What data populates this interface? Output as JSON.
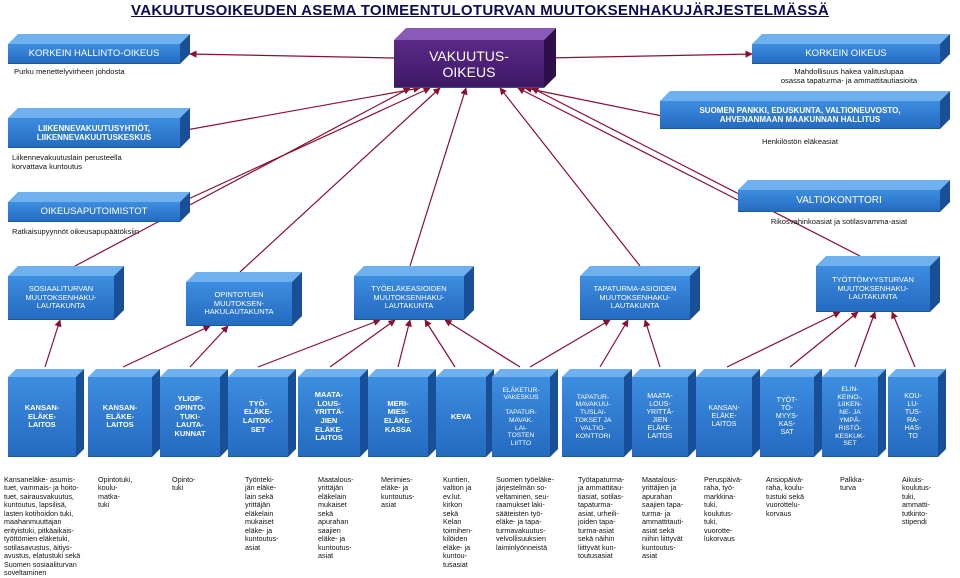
{
  "title": "VAKUUTUSOIKEUDEN ASEMA TOIMEENTULOTURVAN MUUTOKSENHAKUJÄRJESTELMÄSSÄ",
  "center": {
    "label": "VAKUUTUS-\nOIKEUS"
  },
  "top": {
    "hallinto": {
      "label": "KORKEIN HALLINTO-OIKEUS",
      "sub": "Purku menettelyvirheen johdosta"
    },
    "korkein": {
      "label": "KORKEIN OIKEUS",
      "sub": "Mahdollisuus hakea valituslupaa\nosassa tapaturma- ja ammattitautiasioita"
    }
  },
  "row2": {
    "liikenne": {
      "label": "LIIKENNEVAKUUTUSYHTIÖT,\nLIIKENNEVAKUUTUSKESKUS",
      "sub": "Liikennevakuutuslain perusteella\nkorvattava kuntoutus"
    },
    "pankki": {
      "label": "SUOMEN PANKKI, EDUSKUNTA, VALTIONEUVOSTO,\nAHVENANMAAN MAAKUNNAN HALLITUS",
      "sub": "Henkilöstön eläkeasiat"
    }
  },
  "row3": {
    "oikeusapu": {
      "label": "OIKEUSAPUTOIMISTOT",
      "sub": "Ratkaisupyynnöt oikeusapupäätöksiin"
    },
    "valtio": {
      "label": "VALTIOKONTTORI",
      "sub": "Rikosvahinkoasiat ja sotilasvamma-asiat"
    }
  },
  "boards": [
    "SOSIAALITURVAN\nMUUTOKSENHAKU-\nLAUTAKUNTA",
    "OPINTOTUEN\nMUUTOKSEN-\nHAKULAUTAKUNTA",
    "TYÖELÄKEASIOIDEN\nMUUTOKSENHAKU-\nLAUTAKUNTA",
    "TAPATURMA-ASIOIDEN\nMUUTOKSENHAKU-\nLAUTAKUNTA",
    "TYÖTTÖMYYSTURVAN\nMUUTOKSENHAKU-\nLAUTAKUNTA"
  ],
  "bottom": [
    {
      "label": "KANSAN-\nELÄKE-\nLAITOS",
      "desc": "Kansaneläke- asumis-\ntuet, vammais- ja hoito-\ntuet, sairausvakuutus,\nkuntoutus, lapsilisä,\nlasten kotihoidon tuki,\nmaahanmuuttajan\nerityistuki, pitkäaikais-\ntyöttömien eläketuki,\nsotilasavustus, äitiys-\navustus, elatustuki sekä\nSuomen sosiaaliturvan\nsoveltaminen"
    },
    {
      "label": "KANSAN-\nELÄKE-\nLAITOS",
      "desc": "Opintotuki,\nkoulu-\nmatka-\ntuki"
    },
    {
      "label": "YLIOP:\nOPINTO-\nTUKI-\nLAUTA-\nKUNNAT",
      "desc": "Opinto-\ntuki"
    },
    {
      "label": "TYÖ-\nELÄKE-\nLAITOK-\nSET",
      "desc": "Työnteki-\njän eläke-\nlain sekä\nyrittäjän\neläkelain\nmukaiset\neläke- ja\nkuntoutus-\nasiat"
    },
    {
      "label": "MAATA-\nLOUS-\nYRITTÄ-\nJIEN\nELÄKE-\nLAITOS",
      "desc": "Maatalous-\nyrittäjän\neläkelain\nmukaiset\nsekä\napurahan\nsaajien\neläke- ja\nkuntoutus-\nasiat"
    },
    {
      "label": "MERI-\nMIES-\nELÄKE-\nKASSA",
      "desc": "Merimies-\neläke- ja\nkuntoutus-\nasiat"
    },
    {
      "label": "KEVA",
      "desc": "Kuntien,\nvaltion ja\nev.lut.\nkirkon\nsekä\nKelan\ntoimihen-\nkilöiden\neläke- ja\nkuntou-\ntusasiat"
    },
    {
      "label": "ELÄKETUR-\nVAKESKUS\n\nTAPATUR-\nMAVAK.\nLAI-\nTOSTEN\nLIITTO",
      "desc": "Suomen työeläke-\njärjestelmän so-\nveltaminen, seu-\nraamukset laki-\nsääteisten työ-\neläke- ja tapa-\nturmavakuutus-\nvelvollisuuksien\nlaiminlyönneistä"
    },
    {
      "label": "TAPATUR-\nMAVAKUU-\nTUSLAI-\nTOKSET JA\nVALTIO-\nKONTTORI",
      "desc": "Työtapaturma-\nja ammattitau-\ntiasiat, sotilas-\ntapaturma-\nasiat, urheili-\njoiden tapa-\nturma-asiat\nsekä näihin\nliittyvät kun-\ntoutusasiat"
    },
    {
      "label": "MAATA-\nLOUS-\nYRITTÄ-\nJIEN\nELÄKE-\nLAITOS",
      "desc": "Maatalous-\nyrittäjien ja\napurahan\nsaajien tapa-\nturma- ja\nammattitauti-\nasiat sekä\nniihin liittyvät\nkuntoutus-\nasiat"
    },
    {
      "label": "KANSAN-\nELÄKE-\nLAITOS",
      "desc": "Peruspäivä-\nraha, työ-\nmarkkina-\ntuki,\nkoulutus-\ntuki,\nvuorotte-\nlukorvaus"
    },
    {
      "label": "TYÖT-\nTÖ-\nMYYS-\nKAS-\nSAT",
      "desc": "Ansiopäivä-\nraha, koulu-\ntustuki sekä\nvuorottelu-\nkorvaus"
    },
    {
      "label": "ELIN-\nKEINO-,\nLIIKEN-\nNE- JA\nYMPÄ-\nRISTÖ-\nKESKUK-\nSET",
      "desc": "Palkka-\nturva"
    },
    {
      "label": "KOU-\nLU-\nTUS-\nRA-\nHAS-\nTO",
      "desc": "Aikuis-\nkoulutus-\ntuki,\nammatti-\ntutkinto-\nstipendi"
    }
  ]
}
